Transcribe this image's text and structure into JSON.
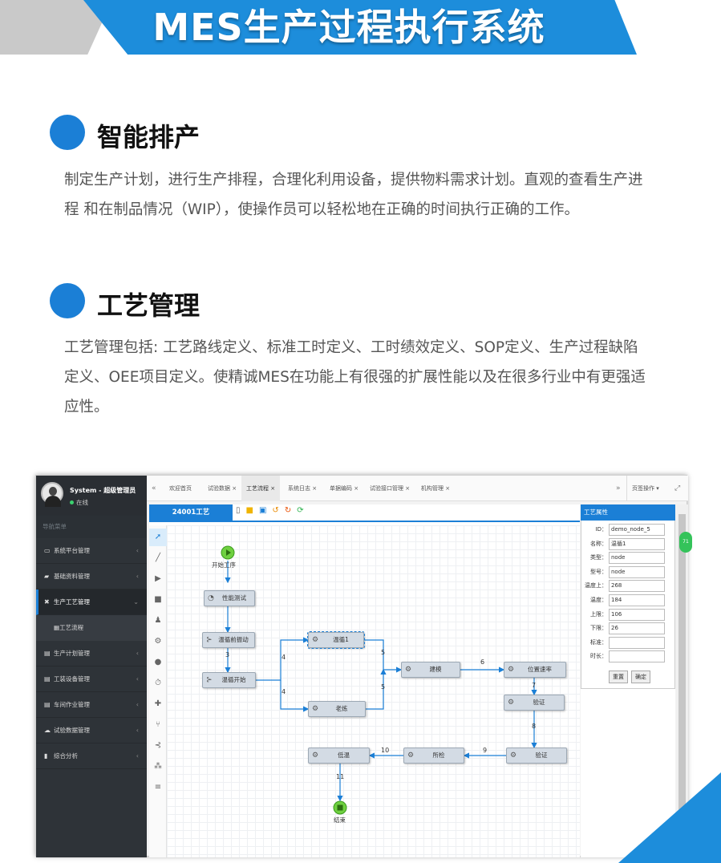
{
  "banner": {
    "title": "MES生产过程执行系统",
    "colors": {
      "blue": "#1d8ddb",
      "gray": "#c9c9c9"
    }
  },
  "sections": [
    {
      "title": "智能排产",
      "text": "制定生产计划，进行生产排程，合理化利用设备，提供物料需求计划。直观的查看生产进程 和在制品情况（WIP），使操作员可以轻松地在正确的时间执行正确的工作。"
    },
    {
      "title": "工艺管理",
      "text": "工艺管理包括: 工艺路线定义、标准工时定义、工时绩效定义、SOP定义、生产过程缺陷定义、OEE项目定义。使精诚MES在功能上有很强的扩展性能以及在很多行业中有更强适应性。"
    }
  ],
  "app": {
    "user": {
      "name": "System - 超级管理员",
      "status": "在线"
    },
    "nav_header": "导航菜单",
    "nav": [
      {
        "icon": "monitor-icon",
        "glyph": "▭",
        "label": "系统平台管理"
      },
      {
        "icon": "book-icon",
        "glyph": "▰",
        "label": "基础资料管理"
      },
      {
        "icon": "wrench-icon",
        "glyph": "✖",
        "label": "生产工艺管理",
        "active": true
      },
      {
        "icon": "table-icon",
        "glyph": "▦",
        "label": "工艺流程",
        "sub": true
      },
      {
        "icon": "calendar-icon",
        "glyph": "▤",
        "label": "生产计划管理"
      },
      {
        "icon": "device-icon",
        "glyph": "▤",
        "label": "工装设备管理"
      },
      {
        "icon": "workshop-icon",
        "glyph": "▤",
        "label": "车间作业管理"
      },
      {
        "icon": "cloud-icon",
        "glyph": "☁",
        "label": "试验数据管理"
      },
      {
        "icon": "chart-icon",
        "glyph": "▮",
        "label": "综合分析"
      }
    ],
    "tabs": [
      {
        "label": "欢迎首页"
      },
      {
        "label": "试验数据 ×"
      },
      {
        "label": "工艺流程 ×",
        "active": true
      },
      {
        "label": "系统日志 ×"
      },
      {
        "label": "单据编码 ×"
      },
      {
        "label": "试验接口管理 ×"
      },
      {
        "label": "机构管理 ×"
      }
    ],
    "tab_back": "«",
    "tab_forward": "»",
    "page_ops": "页签操作 ▾",
    "fullscreen": "⤢",
    "editor_title": "24001工艺",
    "green_badge": "71",
    "props": {
      "title": "工艺属性",
      "fields": [
        {
          "label": "ID：",
          "value": "demo_node_5"
        },
        {
          "label": "名称：",
          "value": "温循1"
        },
        {
          "label": "类型：",
          "value": "node"
        },
        {
          "label": "型号：",
          "value": "node"
        },
        {
          "label": "温度上：",
          "value": "268"
        },
        {
          "label": "温度：",
          "value": "184"
        },
        {
          "label": "上限：",
          "value": "106"
        },
        {
          "label": "下限：",
          "value": "26"
        },
        {
          "label": "标准：",
          "value": ""
        },
        {
          "label": "时长：",
          "value": ""
        }
      ],
      "reset": "重置",
      "ok": "确定"
    },
    "flow": {
      "start": "开始工序",
      "end": "结束",
      "nodes": {
        "perf": "性能测试",
        "vib": "温循前振动",
        "cycle_start": "温循开始",
        "cycle1": "温循1",
        "aging": "老炼",
        "model": "建模",
        "pos_rate": "位置速率",
        "verify1": "验证",
        "verify2": "验证",
        "inspect": "所检",
        "low_temp": "低温"
      },
      "edge_labels": [
        "3",
        "4",
        "4",
        "5",
        "5",
        "6",
        "7",
        "8",
        "9",
        "10",
        "11"
      ]
    }
  }
}
